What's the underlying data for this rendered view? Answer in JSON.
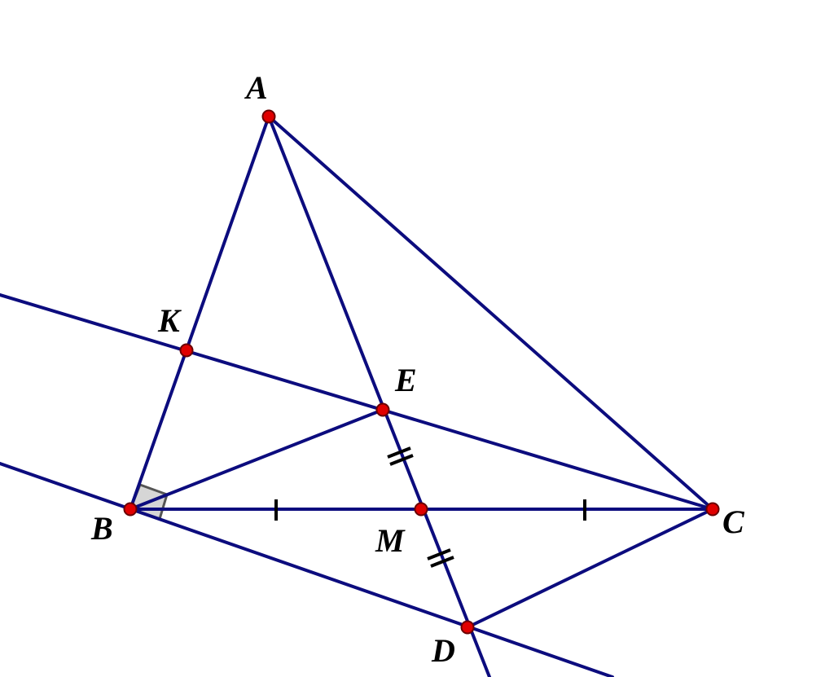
{
  "colors": {
    "line": "#0c0c7e",
    "point_fill": "#e00000",
    "point_stroke": "#6a0000",
    "angle_fill": "#d6d6d6",
    "angle_stroke": "#555555",
    "tick": "#000000"
  },
  "labels": {
    "A": "A",
    "B": "B",
    "C": "C",
    "D": "D",
    "E": "E",
    "K": "K",
    "M": "M"
  }
}
